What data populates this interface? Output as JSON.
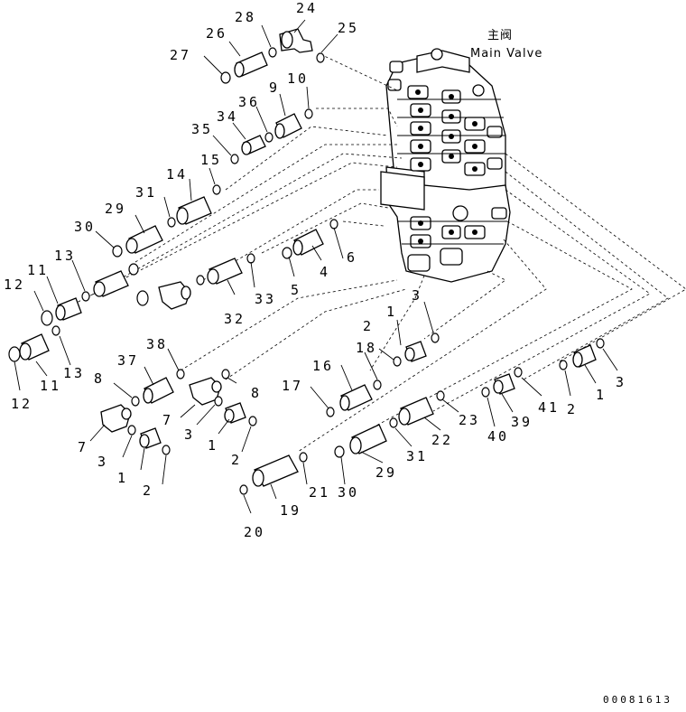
{
  "title": {
    "chinese": "主阀",
    "english": "Main Valve"
  },
  "drawing_code": "00081613",
  "part_labels": [
    "24",
    "28",
    "25",
    "26",
    "27",
    "10",
    "9",
    "36",
    "34",
    "35",
    "15",
    "14",
    "31",
    "29",
    "30",
    "13",
    "11",
    "12",
    "6",
    "4",
    "5",
    "33",
    "32",
    "13",
    "11",
    "12",
    "3",
    "1",
    "2",
    "18",
    "16",
    "17",
    "38",
    "37",
    "8",
    "7",
    "8",
    "7",
    "3",
    "1",
    "2",
    "3",
    "1",
    "2",
    "23",
    "22",
    "31",
    "29",
    "30",
    "21",
    "19",
    "20",
    "3",
    "1",
    "2",
    "41",
    "39",
    "40"
  ]
}
